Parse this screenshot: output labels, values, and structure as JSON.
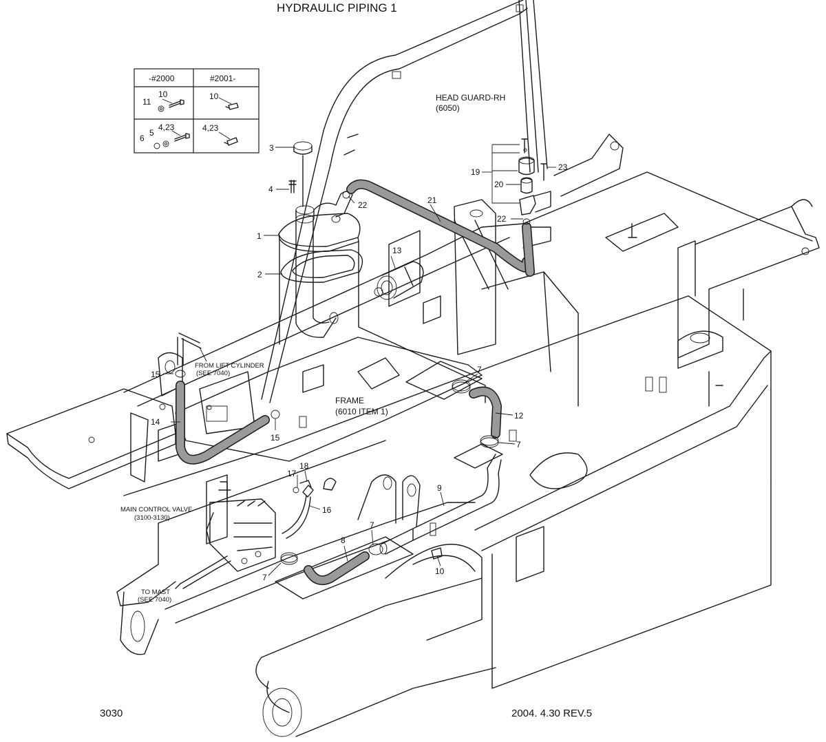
{
  "title": "HYDRAULIC PIPING 1",
  "page_number": "3030",
  "revision": "2004. 4.30 REV.5",
  "serial_table": {
    "headers": [
      "-#2000",
      "#2001-"
    ],
    "row1": {
      "left_labels": [
        "10",
        "11"
      ],
      "right_labels": [
        "10"
      ]
    },
    "row2": {
      "left_labels": [
        "4,23",
        "5",
        "6"
      ],
      "right_labels": [
        "4,23"
      ]
    }
  },
  "callouts": {
    "head_guard": [
      "HEAD GUARD-RH",
      "(6050)"
    ],
    "frame": [
      "FRAME",
      "(6010 ITEM 1)"
    ],
    "from_lift": [
      "FROM LIFT CYLINDER",
      "(SEE 7040)"
    ],
    "main_valve": [
      "MAIN CONTROL VALVE",
      "(3100-3130)"
    ],
    "to_mast": [
      "TO MAST",
      "(SEE 7040)"
    ]
  },
  "part_numbers": {
    "p1": "1",
    "p2": "2",
    "p3": "3",
    "p4": "4",
    "p7a": "7",
    "p7b": "7",
    "p7c": "7",
    "p7d": "7",
    "p8": "8",
    "p9": "9",
    "p10": "10",
    "p12": "12",
    "p13": "13",
    "p14": "14",
    "p15a": "15",
    "p15b": "15",
    "p16": "16",
    "p17": "17",
    "p18": "18",
    "p19": "19",
    "p20": "20",
    "p21": "21",
    "p22a": "22",
    "p22b": "22",
    "p23": "23"
  }
}
